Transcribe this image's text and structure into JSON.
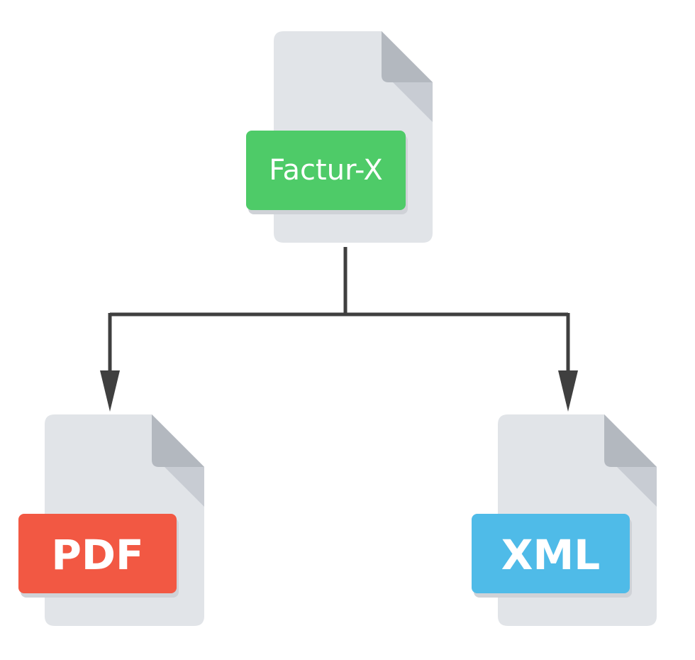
{
  "nodes": {
    "root": {
      "label": "Factur-X",
      "color": "#4ecb68"
    },
    "left": {
      "label": "PDF",
      "color": "#f25843"
    },
    "right": {
      "label": "XML",
      "color": "#4fbbe8"
    }
  },
  "colors": {
    "document": "#e1e4e8",
    "fold": "#c8ccd3",
    "fold_shadow": "#b3b8bf",
    "connector": "#3f3f3f"
  }
}
